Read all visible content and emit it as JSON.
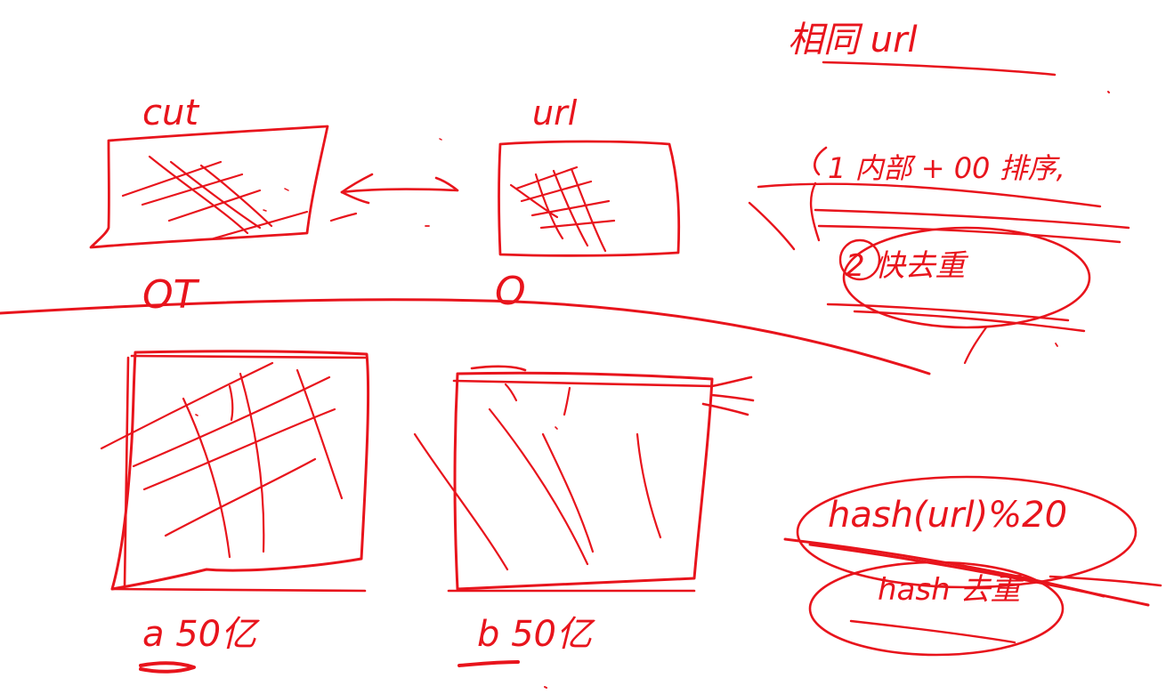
{
  "canvas": {
    "background_color": "#ffffff",
    "ink_color": "#e8141c"
  },
  "labels": {
    "top_right_note": "相同 url",
    "cut_box_label": "cut",
    "url_box_label": "url",
    "bigfile_label": "OT",
    "smallfile_label": "O",
    "step1_note": "1 内部 + 00 排序,",
    "step2_note": "2 快去重",
    "file_a_label": "a 50亿",
    "file_b_label": "b 50亿",
    "hash_note": "hash(url)%20",
    "hash_sub_note": "hash 去重"
  }
}
